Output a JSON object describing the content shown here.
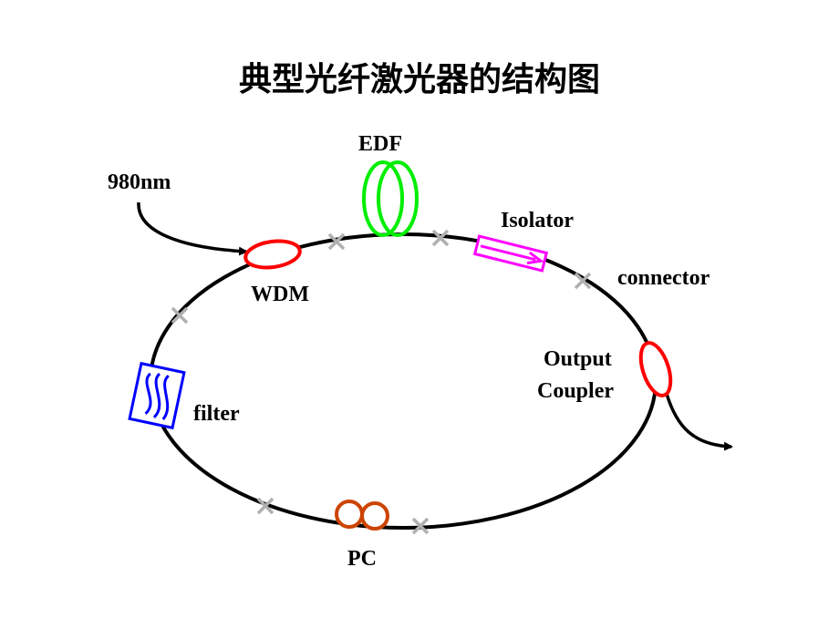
{
  "title": "典型光纤激光器的结构图",
  "labels": {
    "pump": "980nm",
    "edf": "EDF",
    "isolator": "Isolator",
    "connector": "connector",
    "wdm": "WDM",
    "output_line1": "Output",
    "output_line2": "Coupler",
    "filter": "filter",
    "pc": "PC"
  },
  "colors": {
    "ring": "#000000",
    "wdm": "#ff0000",
    "edf": "#00ee00",
    "isolator": "#ff00ff",
    "output_coupler": "#ff0000",
    "filter": "#0000ff",
    "pc": "#cc4400",
    "connector_mark": "#b0b0b0"
  }
}
